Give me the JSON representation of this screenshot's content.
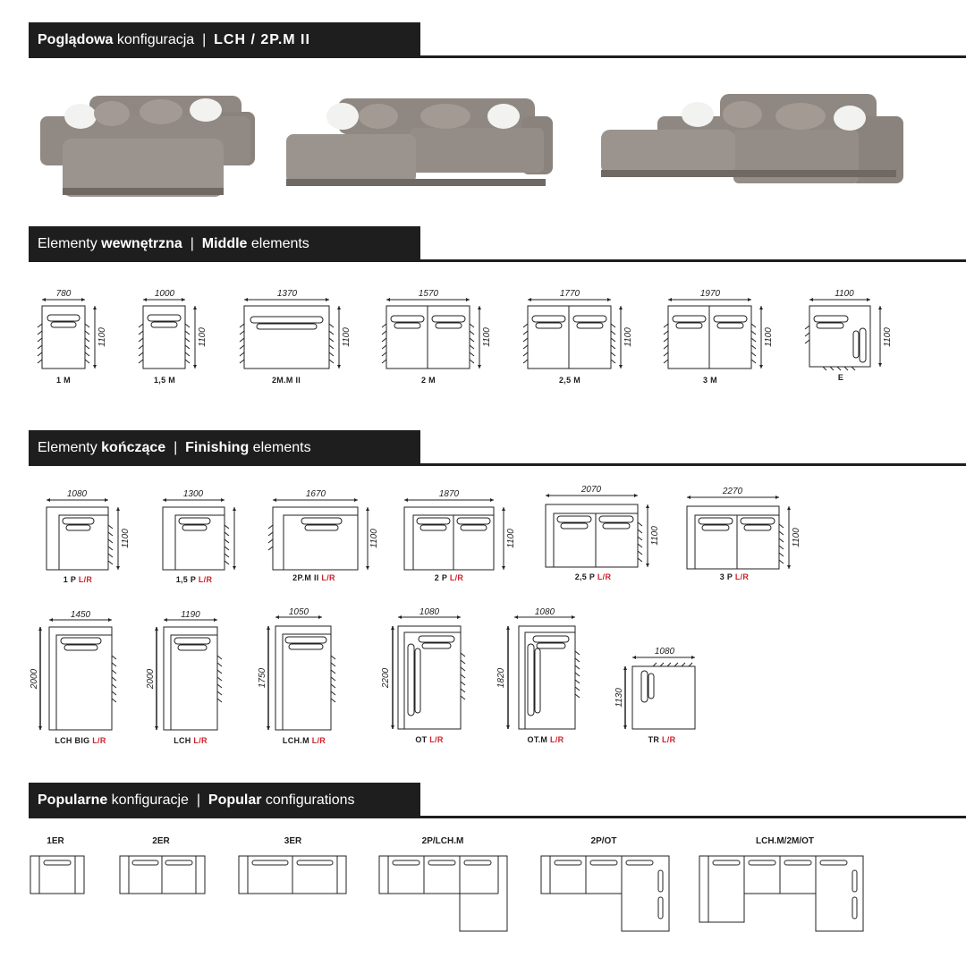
{
  "headers": {
    "overview": {
      "bold": "Poglądowa",
      "normal": " konfiguracja",
      "sep": "  |  ",
      "model": "LCH / 2P.M II"
    },
    "middle": {
      "normal1": "Elementy ",
      "bold1": "wewnętrzna",
      "sep": "  |  ",
      "bold2": "Middle",
      "normal2": " elements"
    },
    "finishing": {
      "normal1": "Elementy ",
      "bold1": "kończące",
      "sep": "  |  ",
      "bold2": "Finishing",
      "normal2": " elements"
    },
    "popular": {
      "bold1": "Popularne",
      "normal1": " konfiguracje",
      "sep": "  |  ",
      "bold2": "Popular",
      "normal2": " configurations"
    }
  },
  "middle_elements": [
    {
      "code": "1 M",
      "width": "780",
      "height": "1100"
    },
    {
      "code": "1,5 M",
      "width": "1000",
      "height": "1100"
    },
    {
      "code": "2M.M II",
      "width": "1370",
      "height": "1100"
    },
    {
      "code": "2 M",
      "width": "1570",
      "height": "1100"
    },
    {
      "code": "2,5 M",
      "width": "1770",
      "height": "1100"
    },
    {
      "code": "3 M",
      "width": "1970",
      "height": "1100"
    },
    {
      "code": "E",
      "width": "1100",
      "height": "1100"
    }
  ],
  "finishing_row1": [
    {
      "code": "1 P",
      "suffix": "L/R",
      "width": "1080",
      "height": "1100"
    },
    {
      "code": "1,5 P",
      "suffix": "L/R",
      "width": "1300",
      "height": "1100"
    },
    {
      "code": "2P.M II",
      "suffix": "L/R",
      "width": "1670",
      "height": "1100"
    },
    {
      "code": "2 P",
      "suffix": "L/R",
      "width": "1870",
      "height": "1100"
    },
    {
      "code": "2,5 P",
      "suffix": "L/R",
      "width": "2070",
      "height": "1100"
    },
    {
      "code": "3 P",
      "suffix": "L/R",
      "width": "2270",
      "height": "1100"
    }
  ],
  "finishing_row2": [
    {
      "code": "LCH BIG",
      "suffix": "L/R",
      "width": "1450",
      "height": "2000"
    },
    {
      "code": "LCH",
      "suffix": "L/R",
      "width": "1190",
      "height": "2000"
    },
    {
      "code": "LCH.M",
      "suffix": "L/R",
      "width": "1050",
      "height": "1750"
    },
    {
      "code": "OT",
      "suffix": "L/R",
      "width": "1080",
      "height": "2200"
    },
    {
      "code": "OT.M",
      "suffix": "L/R",
      "width": "1080",
      "height": "1820"
    },
    {
      "code": "TR",
      "suffix": "L/R",
      "width": "1080",
      "height": "1130"
    }
  ],
  "popular_configurations": [
    {
      "code": "1ER"
    },
    {
      "code": "2ER"
    },
    {
      "code": "3ER"
    },
    {
      "code": "2P/LCH.M"
    },
    {
      "code": "2P/OT"
    },
    {
      "code": "LCH.M/2M/OT"
    }
  ],
  "colors": {
    "band": "#1e1e1e",
    "accent": "#d0202a",
    "sofa": "#8f8781",
    "sofa_dark": "#6f6863",
    "pillow": "#f2f2f0"
  }
}
